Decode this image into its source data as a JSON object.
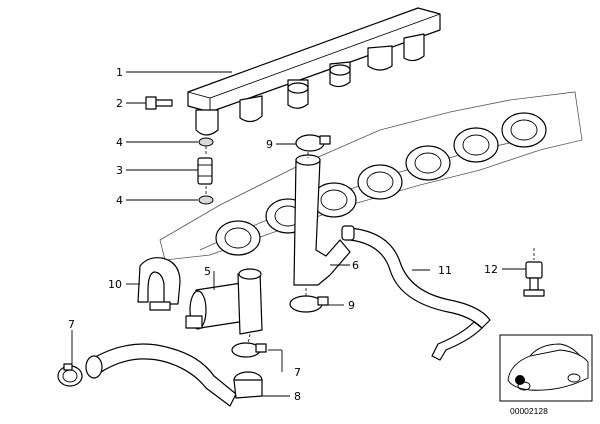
{
  "diagram": {
    "callouts": [
      {
        "id": "c1",
        "text": "1"
      },
      {
        "id": "c2",
        "text": "2"
      },
      {
        "id": "c4a",
        "text": "4"
      },
      {
        "id": "c3",
        "text": "3"
      },
      {
        "id": "c4b",
        "text": "4"
      },
      {
        "id": "c9a",
        "text": "9"
      },
      {
        "id": "c10",
        "text": "10"
      },
      {
        "id": "c5",
        "text": "5"
      },
      {
        "id": "c6",
        "text": "6"
      },
      {
        "id": "c11",
        "text": "11"
      },
      {
        "id": "c12",
        "text": "12"
      },
      {
        "id": "c9b",
        "text": "9"
      },
      {
        "id": "c7a",
        "text": "7"
      },
      {
        "id": "c7b",
        "text": "7"
      },
      {
        "id": "c8",
        "text": "8"
      }
    ],
    "catalog_number": "00002128"
  }
}
